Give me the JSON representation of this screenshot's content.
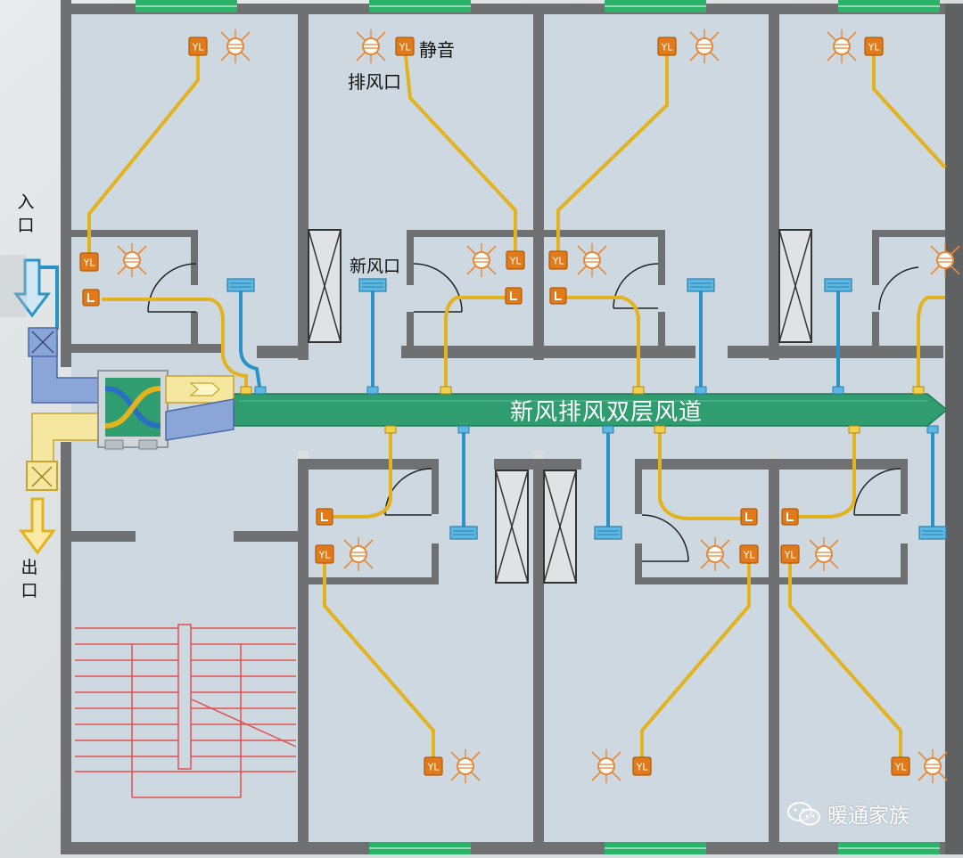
{
  "labels": {
    "mute": "静音",
    "exhaust_outlet": "排风口",
    "fresh_air_outlet": "新风口",
    "entrance": "入口",
    "exit": "出口",
    "duct": "新风排风双层风道"
  },
  "fan_label": "YL",
  "watermark": "暖通家族",
  "colors": {
    "wall": "#6e7072",
    "room": "#ced8e0",
    "fresh_pipe": "#e3b21f",
    "exhaust_pipe": "#2c93c6",
    "duct": "#2f9d70",
    "fan": "#e07a1a",
    "stair": "#e05050",
    "window": "#2bb36a"
  }
}
